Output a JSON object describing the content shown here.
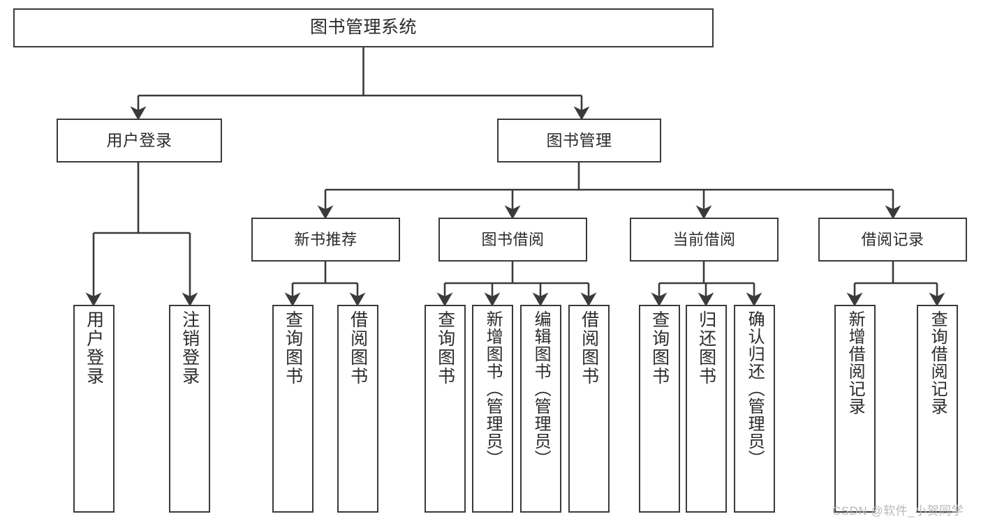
{
  "diagram": {
    "type": "tree",
    "title": "图书管理系统",
    "background_color": "#ffffff",
    "stroke_color": "#3a3a3c",
    "text_color": "#2b2b2b"
  },
  "nodes": {
    "root": {
      "label": "图书管理系统"
    },
    "level1": [
      {
        "label": "用户登录"
      },
      {
        "label": "图书管理"
      }
    ],
    "level2": [
      {
        "label": "新书推荐"
      },
      {
        "label": "图书借阅"
      },
      {
        "label": "当前借阅"
      },
      {
        "label": "借阅记录"
      }
    ],
    "leaves": {
      "user_login": [
        {
          "label": "用户登录"
        },
        {
          "label": "注销登录"
        }
      ],
      "new_book": [
        {
          "label": "查询图书"
        },
        {
          "label": "借阅图书"
        }
      ],
      "book_borrow": [
        {
          "label": "查询图书"
        },
        {
          "label": "新增图书（管理员）"
        },
        {
          "label": "编辑图书（管理员）"
        },
        {
          "label": "借阅图书"
        }
      ],
      "current_borrow": [
        {
          "label": "查询图书"
        },
        {
          "label": "归还图书"
        },
        {
          "label": "确认归还（管理员）"
        }
      ],
      "borrow_record": [
        {
          "label": "新增借阅记录"
        },
        {
          "label": "查询借阅记录"
        }
      ]
    }
  },
  "watermark": {
    "text": "CSDN @软件_小贺同学"
  }
}
